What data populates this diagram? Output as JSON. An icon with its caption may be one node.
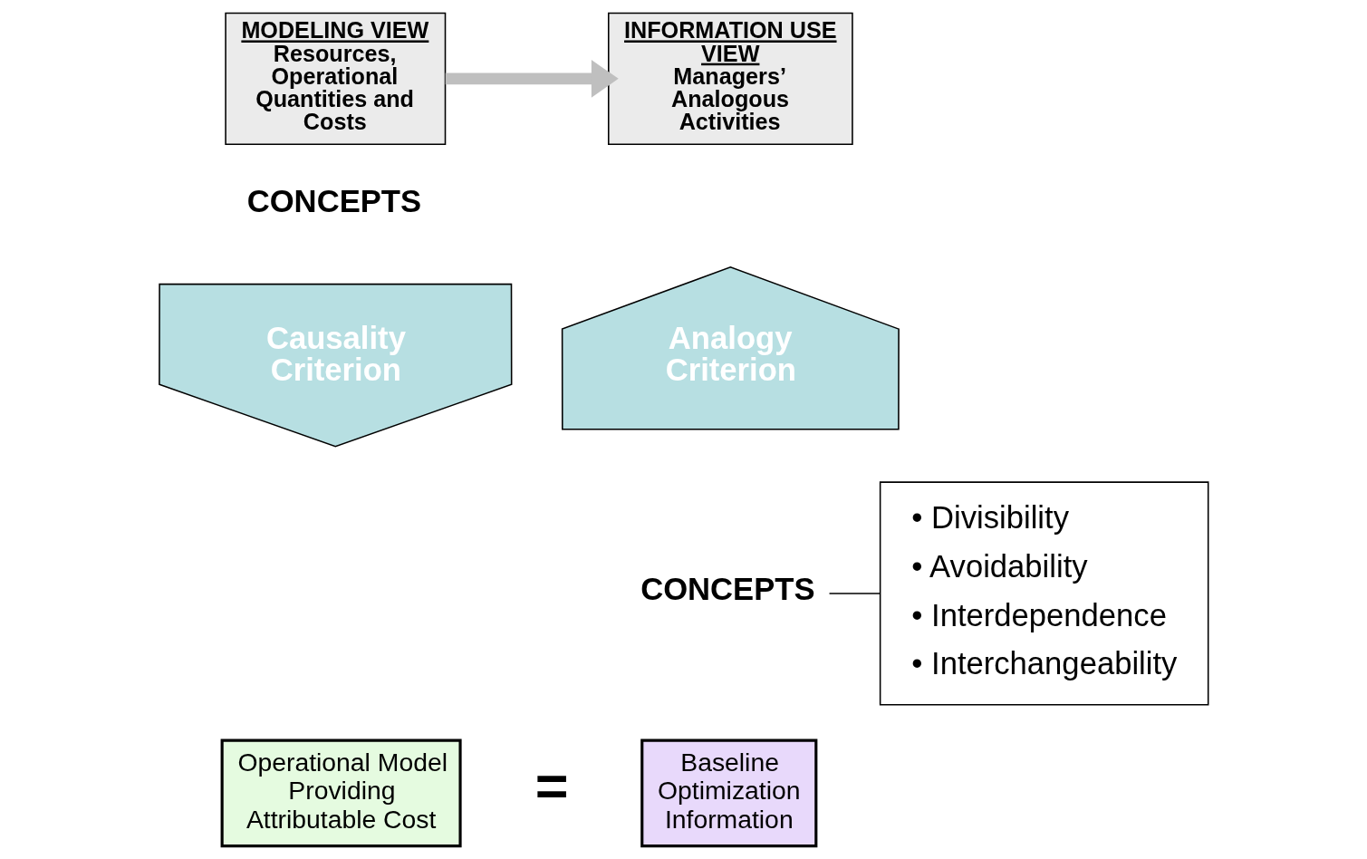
{
  "diagram": {
    "nodes": [
      {
        "text": [
          "MODELING VIEW",
          "Resources, Operational Quantities and Costs"
        ]
      },
      {
        "text": [
          "INFORMATION USE VIEW",
          "Managers’ Analogous Activities"
        ]
      },
      {
        "text": [
          "CONCEPTS"
        ]
      },
      {
        "text": [
          "Causality Criterion"
        ]
      },
      {
        "text": [
          "Analogy Criterion"
        ]
      },
      {
        "text": [
          "CONCEPTS"
        ]
      },
      {
        "text": [
          "• Divisibility",
          "• Avoidability",
          "• Interdependence",
          "• Interchangeability"
        ]
      },
      {
        "text": [
          "Operational Model Providing Attributable Cost"
        ]
      },
      {
        "text": [
          "Baseline Optimization Information"
        ]
      }
    ],
    "edges": [
      {
        "from": 0,
        "to": 1,
        "arrow": "to",
        "style": "thick",
        "color": "#bfbfbf"
      },
      {
        "from": 6,
        "to": 5,
        "arrow": "none",
        "color": "#000000"
      }
    ],
    "labels": [
      "="
    ]
  }
}
